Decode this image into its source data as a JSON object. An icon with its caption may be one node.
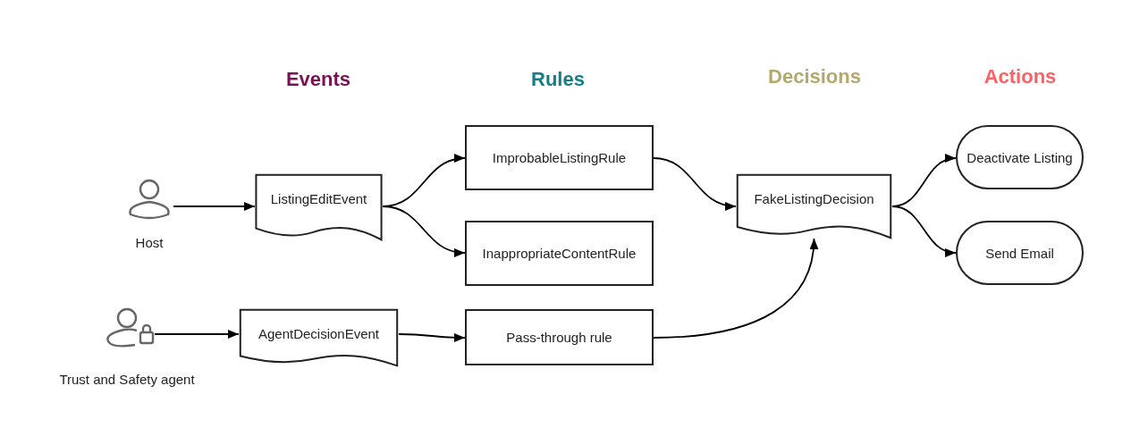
{
  "diagram": {
    "nodes": [
      {
        "text": [],
        "shape": "person",
        "beside": [
          "Host"
        ]
      },
      {
        "text": [],
        "shape": "person",
        "beside": [
          "Trust and Safety agent"
        ]
      },
      {
        "text": [
          "ListingEditEvent"
        ]
      },
      {
        "text": [
          "AgentDecisionEvent"
        ]
      },
      {
        "text": [
          "ImprobableListingRule"
        ]
      },
      {
        "text": [
          "InappropriateContentRule"
        ]
      },
      {
        "text": [
          "Pass-through rule"
        ]
      },
      {
        "text": [
          "FakeListingDecision"
        ]
      },
      {
        "text": [
          "Deactivate Listing"
        ]
      },
      {
        "text": [
          "Send Email"
        ]
      }
    ],
    "edges": [
      {
        "from": 0,
        "to": 2,
        "arrow": "to"
      },
      {
        "from": 2,
        "to": 4,
        "arrow": "to"
      },
      {
        "from": 2,
        "to": 5,
        "arrow": "to"
      },
      {
        "from": 1,
        "to": 3,
        "arrow": "to"
      },
      {
        "from": 3,
        "to": 6,
        "arrow": "to"
      },
      {
        "from": 4,
        "to": 7,
        "arrow": "to"
      },
      {
        "from": 6,
        "to": 7,
        "arrow": "to"
      },
      {
        "from": 7,
        "to": 8,
        "arrow": "to"
      },
      {
        "from": 7,
        "to": 9,
        "arrow": "to"
      }
    ],
    "labels": [
      "Events",
      "Rules",
      "Decisions",
      "Actions"
    ]
  }
}
